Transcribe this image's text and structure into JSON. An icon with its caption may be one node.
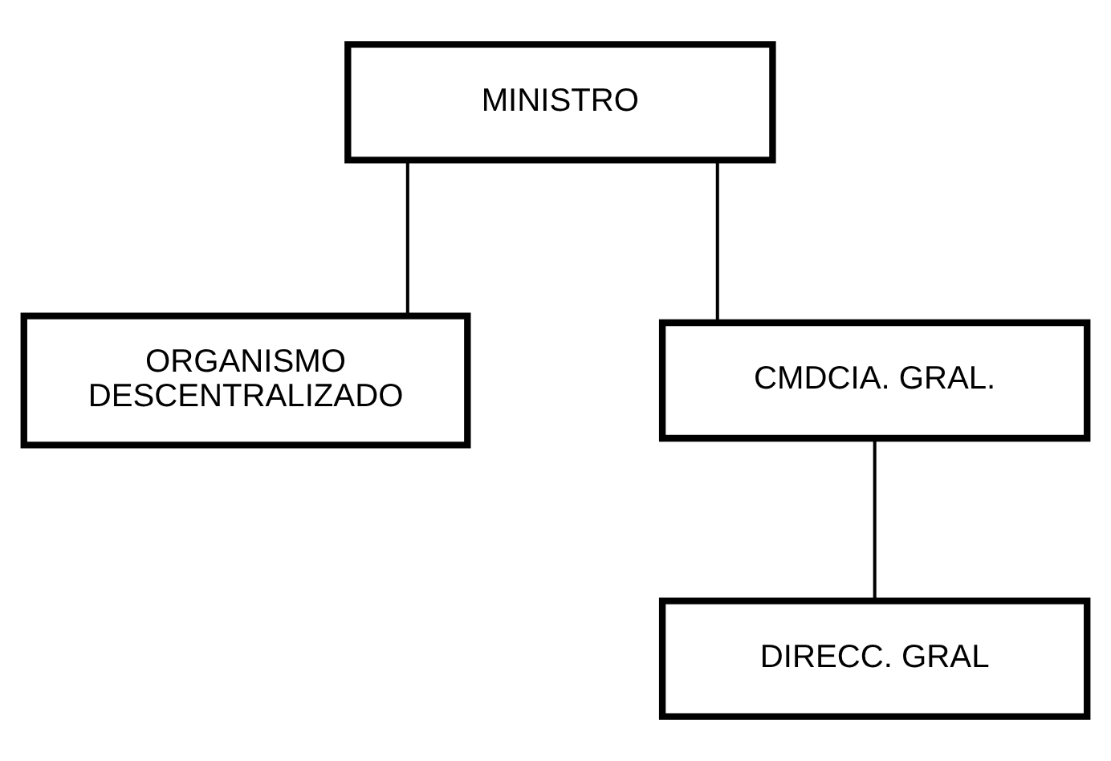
{
  "diagram": {
    "nodes": [
      {
        "text": [
          "MINISTRO"
        ]
      },
      {
        "text": [
          "ORGANISMO DESCENTRALIZADO"
        ]
      },
      {
        "text": [
          "CMDCIA. GRAL."
        ]
      },
      {
        "text": [
          "DIRECC. GRAL"
        ]
      }
    ],
    "edges": [
      {
        "from": 0,
        "to": 1,
        "arrow": "none"
      },
      {
        "from": 0,
        "to": 2,
        "arrow": "none"
      },
      {
        "from": 2,
        "to": 3,
        "arrow": "none"
      }
    ]
  }
}
